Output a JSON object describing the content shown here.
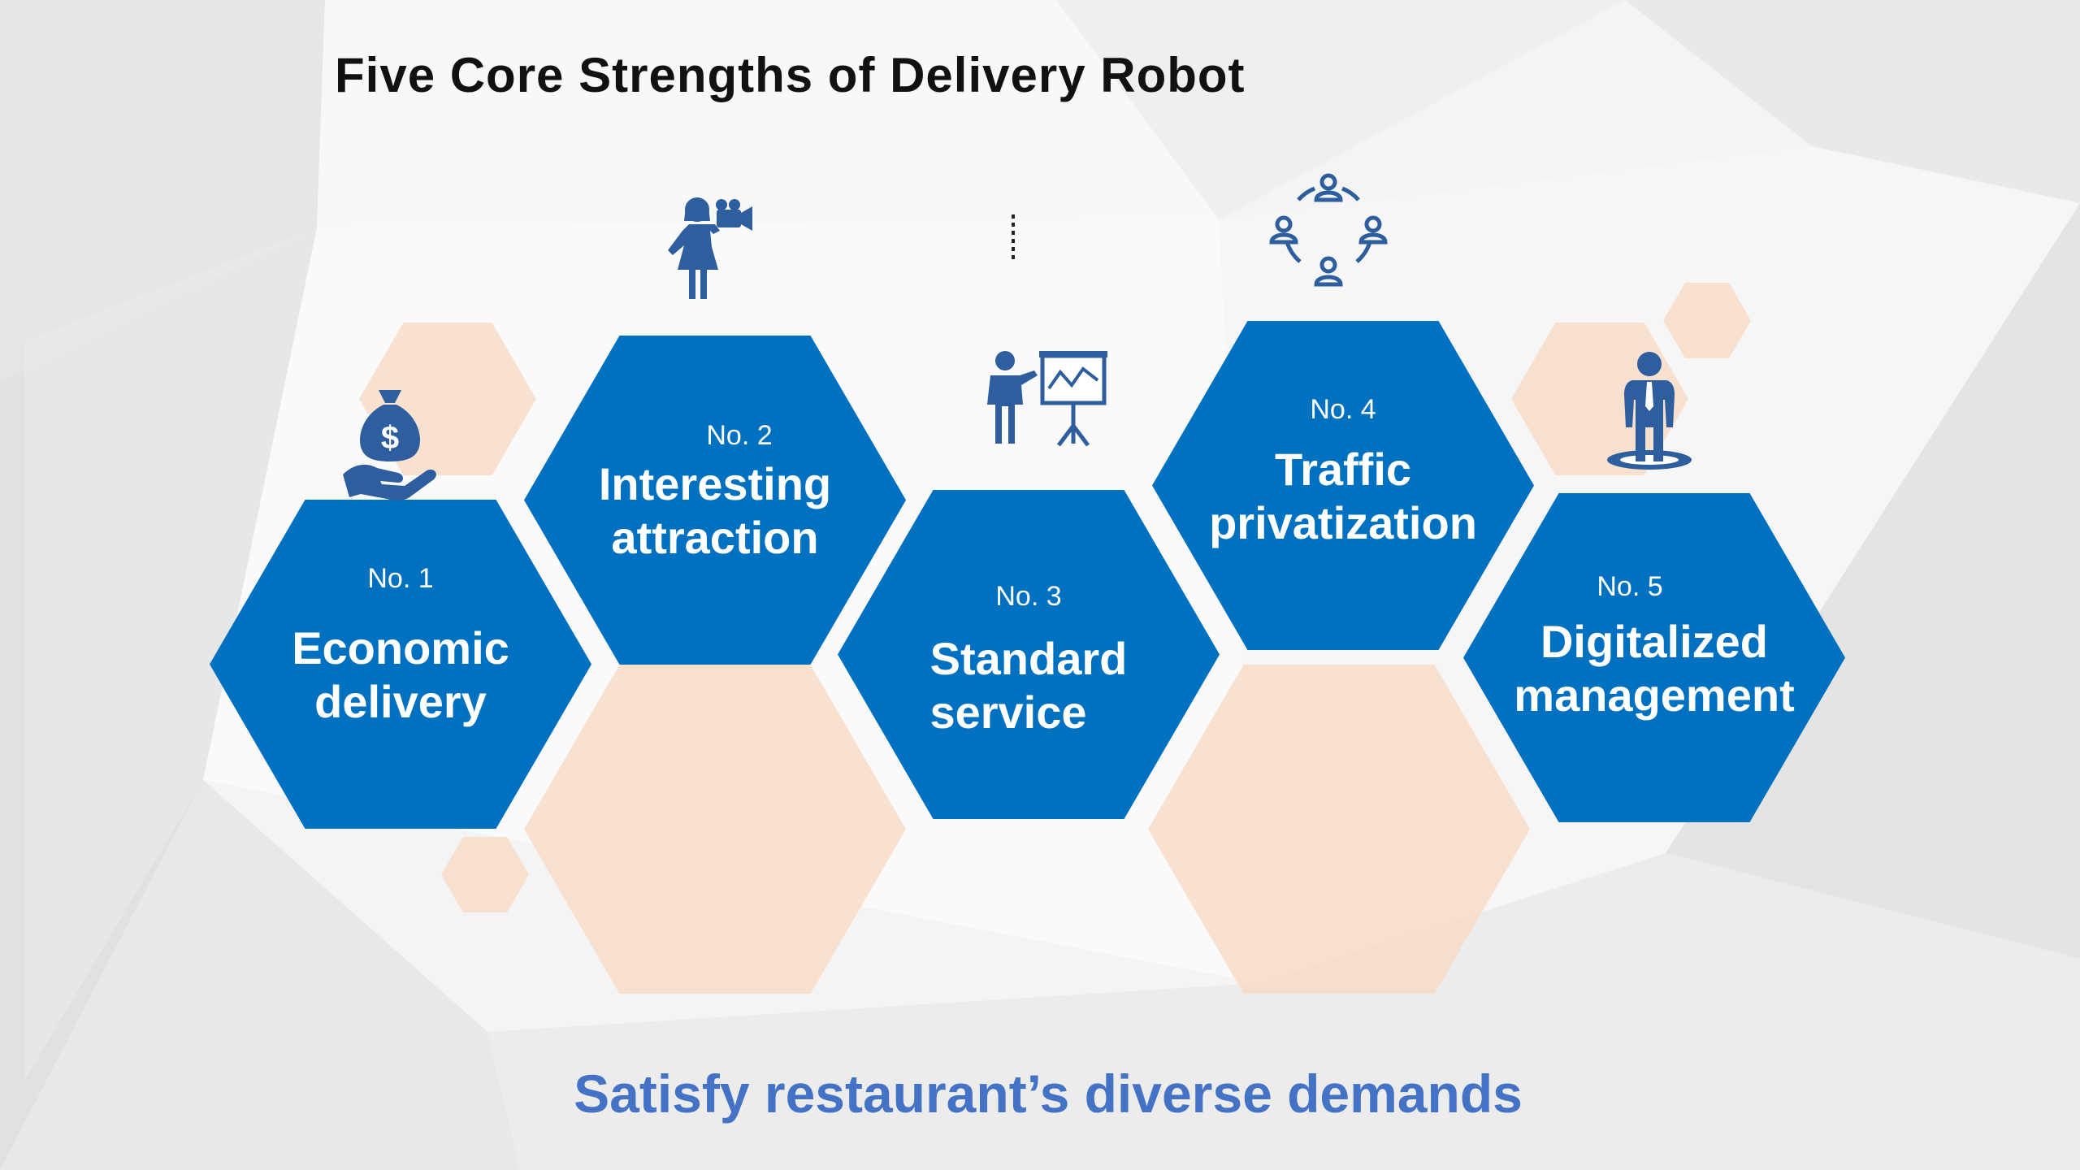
{
  "title": "Five Core Strengths of Delivery Robot",
  "subtitle": "Satisfy restaurant’s diverse demands",
  "colors": {
    "hex_blue": "#0070c0",
    "hex_peach": "#f8dcc8",
    "icon_blue": "#2e5e9e",
    "subtitle_blue": "#4472c4"
  },
  "strengths": [
    {
      "number": "No. 1",
      "label_line1": "Economic",
      "label_line2": "delivery",
      "icon": "money-bag-hand-icon"
    },
    {
      "number": "No. 2",
      "label_line1": "Interesting",
      "label_line2": "attraction",
      "icon": "woman-camera-icon"
    },
    {
      "number": "No. 3",
      "label_line1": "Standard",
      "label_line2": "service",
      "icon": "presenter-chart-icon"
    },
    {
      "number": "No. 4",
      "label_line1": "Traffic",
      "label_line2": "privatization",
      "icon": "user-network-icon"
    },
    {
      "number": "No. 5",
      "label_line1": "Digitalized",
      "label_line2": "management",
      "icon": "person-target-icon"
    }
  ]
}
